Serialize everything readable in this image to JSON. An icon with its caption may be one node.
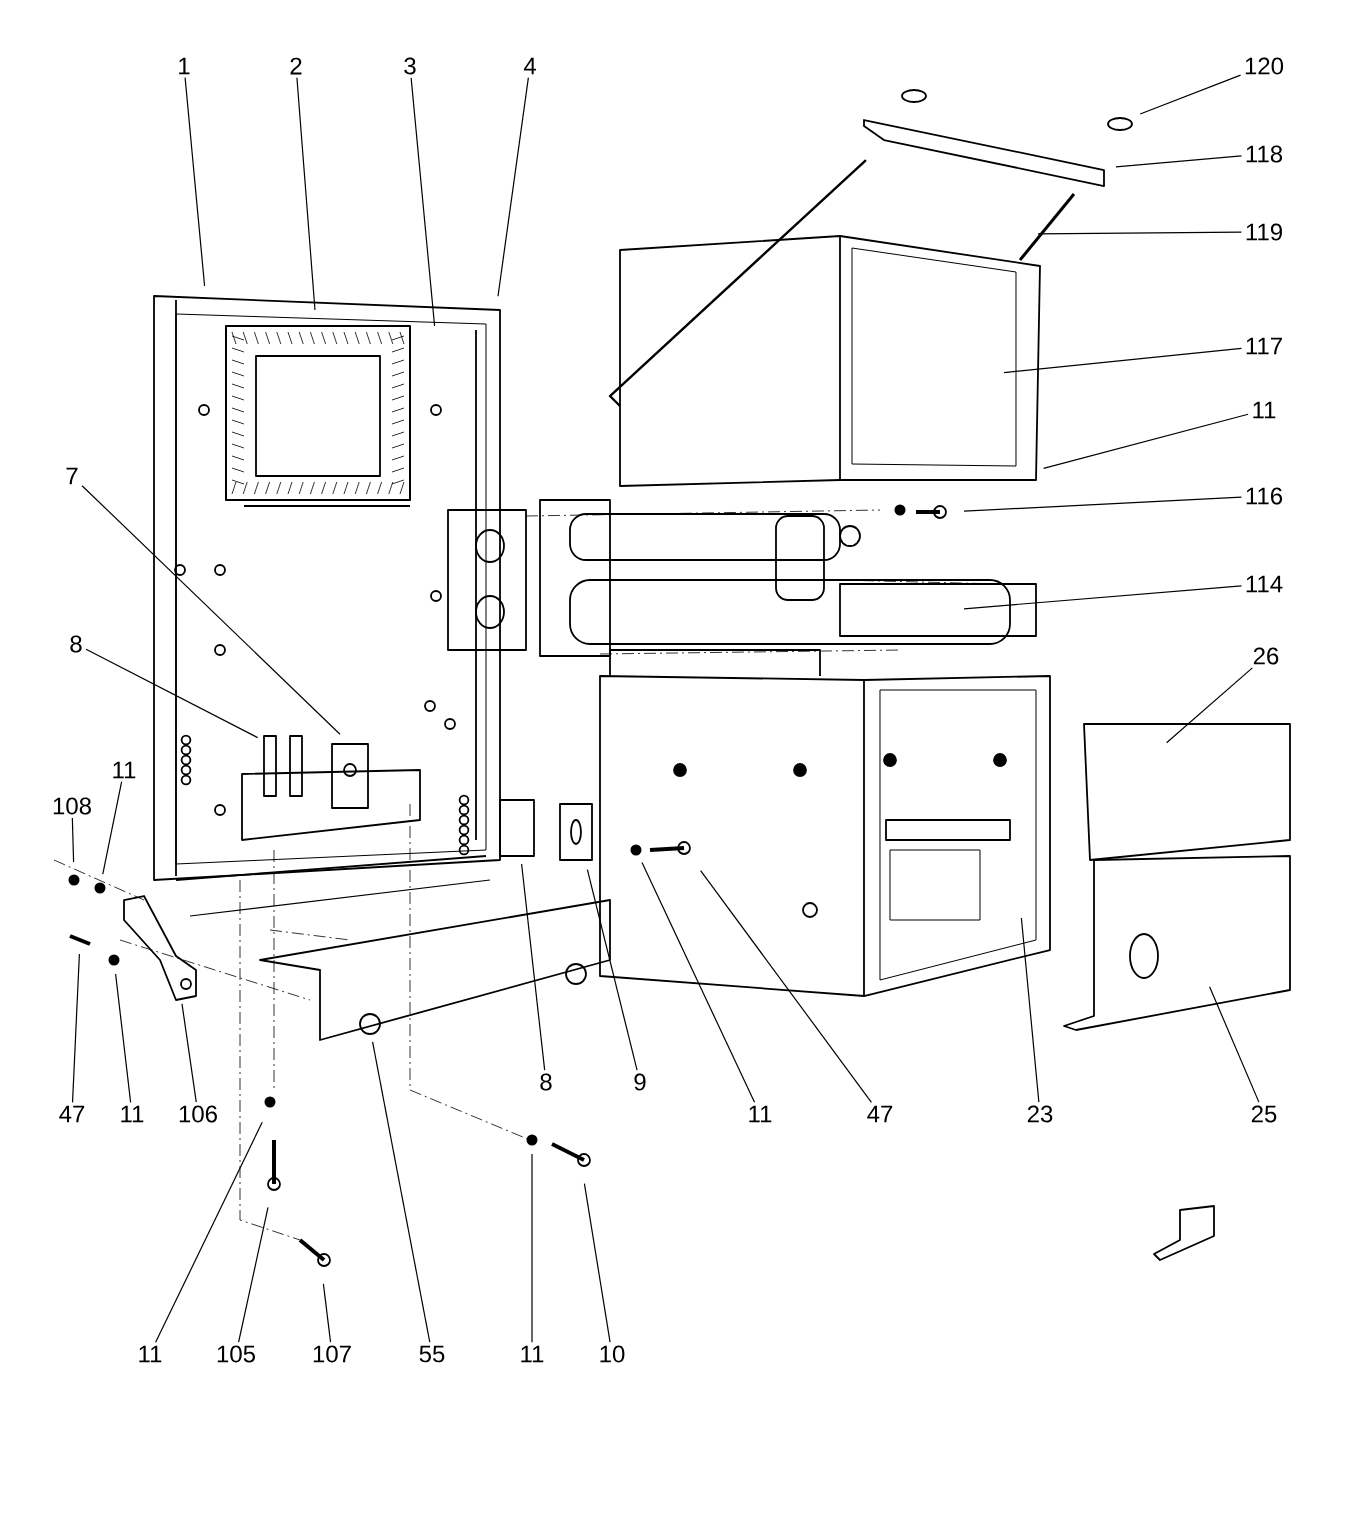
{
  "diagram": {
    "nodes": [
      {
        "text": [
          "1"
        ]
      },
      {
        "text": [
          "2"
        ]
      },
      {
        "text": [
          "3"
        ]
      },
      {
        "text": [
          "4"
        ]
      },
      {
        "text": [
          "120"
        ]
      },
      {
        "text": [
          "118"
        ]
      },
      {
        "text": [
          "119"
        ]
      },
      {
        "text": [
          "117"
        ]
      },
      {
        "text": [
          "11"
        ]
      },
      {
        "text": [
          "116"
        ]
      },
      {
        "text": [
          "7"
        ]
      },
      {
        "text": [
          "114"
        ]
      },
      {
        "text": [
          "8"
        ]
      },
      {
        "text": [
          "26"
        ]
      },
      {
        "text": [
          "11"
        ]
      },
      {
        "text": [
          "108"
        ]
      },
      {
        "text": [
          "8"
        ]
      },
      {
        "text": [
          "9"
        ]
      },
      {
        "text": [
          "47"
        ]
      },
      {
        "text": [
          "11"
        ]
      },
      {
        "text": [
          "106"
        ]
      },
      {
        "text": [
          "11"
        ]
      },
      {
        "text": [
          "47"
        ]
      },
      {
        "text": [
          "23"
        ]
      },
      {
        "text": [
          "25"
        ]
      },
      {
        "text": [
          "11"
        ]
      },
      {
        "text": [
          "105"
        ]
      },
      {
        "text": [
          "107"
        ]
      },
      {
        "text": [
          "55"
        ]
      },
      {
        "text": [
          "11"
        ]
      },
      {
        "text": [
          "10"
        ]
      }
    ],
    "edges": [
      {
        "from": 0,
        "to": null,
        "arrow": "none"
      },
      {
        "from": 1,
        "to": null,
        "arrow": "none"
      },
      {
        "from": 2,
        "to": null,
        "arrow": "none"
      },
      {
        "from": 3,
        "to": null,
        "arrow": "none"
      },
      {
        "from": 4,
        "to": null,
        "arrow": "none"
      },
      {
        "from": 5,
        "to": null,
        "arrow": "none"
      },
      {
        "from": 6,
        "to": null,
        "arrow": "none"
      },
      {
        "from": 7,
        "to": null,
        "arrow": "none"
      },
      {
        "from": 8,
        "to": null,
        "arrow": "none"
      },
      {
        "from": 9,
        "to": null,
        "arrow": "none"
      },
      {
        "from": 10,
        "to": null,
        "arrow": "none"
      },
      {
        "from": 11,
        "to": null,
        "arrow": "none"
      },
      {
        "from": 12,
        "to": null,
        "arrow": "none"
      },
      {
        "from": 13,
        "to": null,
        "arrow": "none"
      },
      {
        "from": 14,
        "to": null,
        "arrow": "none"
      },
      {
        "from": 15,
        "to": null,
        "arrow": "none"
      },
      {
        "from": 16,
        "to": null,
        "arrow": "none"
      },
      {
        "from": 17,
        "to": null,
        "arrow": "none"
      },
      {
        "from": 18,
        "to": null,
        "arrow": "none"
      },
      {
        "from": 19,
        "to": null,
        "arrow": "none"
      },
      {
        "from": 20,
        "to": null,
        "arrow": "none"
      },
      {
        "from": 21,
        "to": null,
        "arrow": "none"
      },
      {
        "from": 22,
        "to": null,
        "arrow": "none"
      },
      {
        "from": 23,
        "to": null,
        "arrow": "none"
      },
      {
        "from": 24,
        "to": null,
        "arrow": "none"
      },
      {
        "from": 25,
        "to": null,
        "arrow": "none"
      },
      {
        "from": 26,
        "to": null,
        "arrow": "none"
      },
      {
        "from": 27,
        "to": null,
        "arrow": "none"
      },
      {
        "from": 28,
        "to": null,
        "arrow": "none"
      },
      {
        "from": 29,
        "to": null,
        "arrow": "none"
      },
      {
        "from": 30,
        "to": null,
        "arrow": "none"
      }
    ]
  }
}
